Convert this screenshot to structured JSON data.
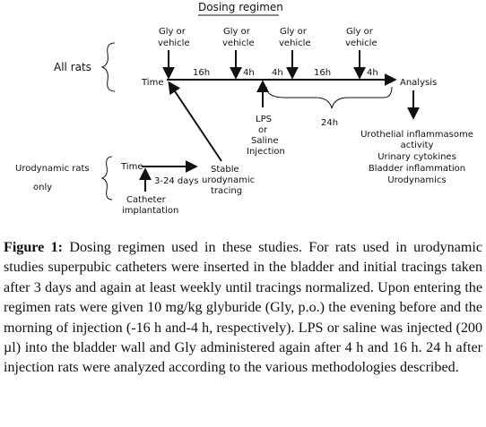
{
  "diagram": {
    "title": "Dosing regimen",
    "groups": {
      "all_rats": "All rats",
      "urodynamic_line1": "Urodynamic rats",
      "urodynamic_line2": "only"
    },
    "main_timeline": {
      "start_label": "Time",
      "end_label": "Analysis",
      "dose_line1": "Gly or",
      "dose_line2": "vehicle",
      "intervals": [
        "16h",
        "4h",
        "4h",
        "16h",
        "4h"
      ],
      "injection": [
        "LPS",
        "or",
        "Saline",
        "Injection"
      ],
      "window": "24h"
    },
    "outcomes": [
      "Urothelial inflammasome",
      "activity",
      "Urinary cytokines",
      "Bladder inflammation",
      "Urodynamics"
    ],
    "uro_timeline": {
      "start_label": "Time",
      "interval": "3-24 days",
      "catheter": [
        "Catheter",
        "implantation"
      ],
      "stable": [
        "Stable",
        "urodynamic",
        "tracing"
      ]
    }
  },
  "caption": {
    "label": "Figure 1:",
    "text": " Dosing regimen used in these studies. For rats used in urodynamic studies superpubic catheters were inserted in the bladder and initial tracings taken after 3 days and again at least weekly until tracings normalized. Upon entering the regimen rats were given 10 mg/kg glyburide (Gly, p.o.) the evening before and the morning of injection (-16 h and-4 h, respectively). LPS or saline was injected (200 µl) into the bladder wall and Gly administered again after 4 h and 16 h. 24 h after injection rats were analyzed according to the various methodologies described."
  }
}
